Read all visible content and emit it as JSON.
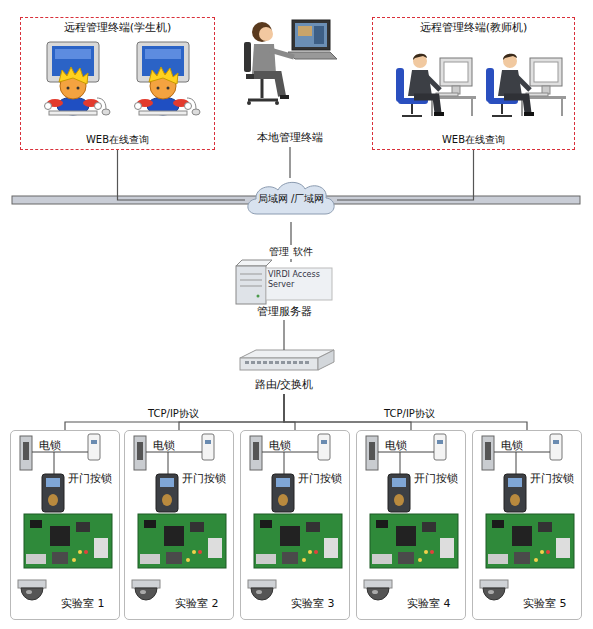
{
  "diagram": {
    "nodes": [
      {
        "text": [
          "远程管理终端(学生机)",
          "WEB在线查询"
        ]
      },
      {
        "text": [
          "本地管理终端"
        ]
      },
      {
        "text": [
          "远程管理终端(教师机)",
          "WEB在线查询"
        ]
      },
      {
        "text": [
          "局域网 /厂域网"
        ]
      },
      {
        "text": [
          "VIRDI Access Server",
          "管理服务器"
        ]
      },
      {
        "text": [
          "路由/交换机"
        ]
      },
      {
        "text": [
          "实验室 1"
        ]
      },
      {
        "text": [
          "实验室 2"
        ]
      },
      {
        "text": [
          "实验室 3"
        ]
      },
      {
        "text": [
          "实验室 4"
        ]
      },
      {
        "text": [
          "实验室 5"
        ]
      }
    ],
    "edges": [
      {
        "from": 0,
        "to": 3,
        "arrow": "none"
      },
      {
        "from": 1,
        "to": 3,
        "arrow": "none"
      },
      {
        "from": 2,
        "to": 3,
        "arrow": "none"
      },
      {
        "from": 3,
        "to": 4,
        "label": "管理 软件",
        "arrow": "none"
      },
      {
        "from": 4,
        "to": 5,
        "arrow": "none"
      },
      {
        "from": 5,
        "to": 6,
        "arrow": "none"
      },
      {
        "from": 5,
        "to": 7,
        "arrow": "none"
      },
      {
        "from": 5,
        "to": 8,
        "arrow": "none"
      },
      {
        "from": 5,
        "to": 9,
        "arrow": "none"
      },
      {
        "from": 5,
        "to": 10,
        "arrow": "none"
      }
    ],
    "labels": [
      "TCP/IP协议",
      "TCP/IP协议",
      "电锁",
      "开门按锁",
      "电锁",
      "开门按锁",
      "电锁",
      "开门按锁",
      "电锁",
      "开门按锁",
      "电锁",
      "开门按锁"
    ]
  }
}
